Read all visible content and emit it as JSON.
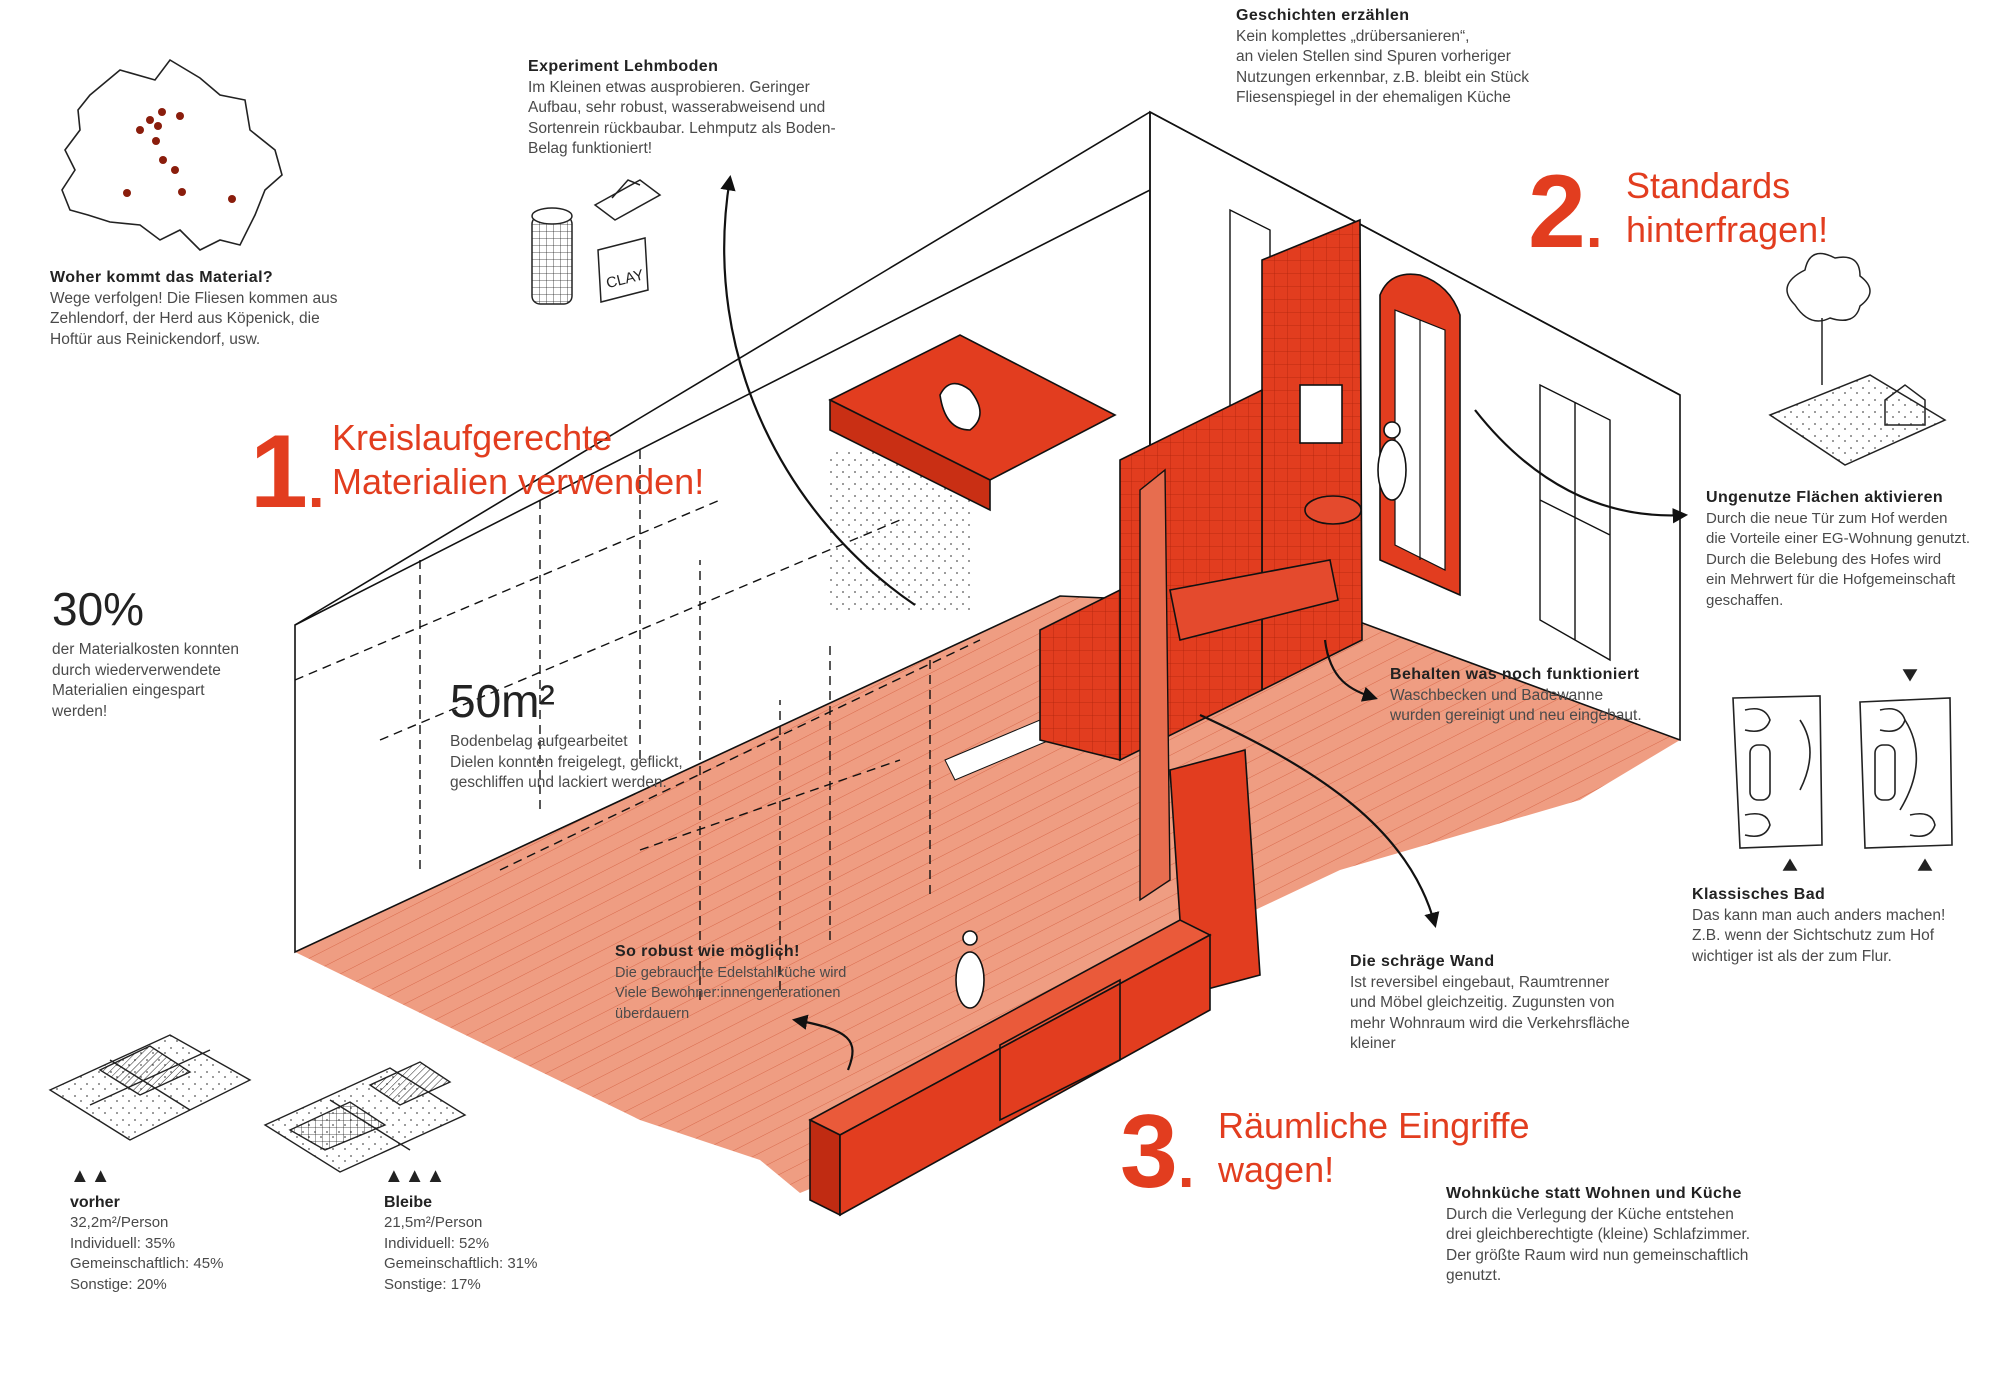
{
  "colors": {
    "accent": "#e23d1f",
    "floor": "#ee9c80",
    "line": "#1a1a1a"
  },
  "headlines": [
    {
      "num": "1",
      "text": "Kreislaufgerechte\nMaterialien verwenden!"
    },
    {
      "num": "2",
      "text": "Standards\nhinterfragen!"
    },
    {
      "num": "3",
      "text": "Räumliche Eingriffe\nwagen!"
    }
  ],
  "notes": {
    "material": {
      "title": "Woher kommt das Material?",
      "body": "Wege verfolgen! Die Fliesen kommen aus\nZehlendorf, der Herd aus Köpenick, die\nHoftür aus Reinickendorf, usw."
    },
    "lehmboden": {
      "title": "Experiment Lehmboden",
      "body": "Im Kleinen etwas ausprobieren. Geringer\nAufbau, sehr robust, wasserabweisend und\nSortenrein rückbaubar. Lehmputz als Boden-\nBelag funktioniert!"
    },
    "geschichten": {
      "title": "Geschichten erzählen",
      "body": "Kein komplettes „drübersanieren“,\nan vielen Stellen sind Spuren vorheriger\nNutzungen erkennbar, z.B. bleibt ein Stück\nFliesenspiegel in der ehemaligen Küche"
    },
    "flaechen": {
      "title": "Ungenutze Flächen aktivieren",
      "body": "Durch die neue Tür zum Hof werden\ndie Vorteile einer EG-Wohnung genutzt.\nDurch die Belebung des Hofes wird\nein Mehrwert für die Hofgemeinschaft\ngeschaffen."
    },
    "behalten": {
      "title": "Behalten was noch funktioniert",
      "body": "Waschbecken und Badewanne\nwurden gereinigt und neu eingebaut."
    },
    "bad": {
      "title": "Klassisches Bad",
      "body": "Das kann man auch anders machen!\nZ.B. wenn der Sichtschutz zum Hof\nwichtiger ist als der zum Flur."
    },
    "wand": {
      "title": "Die schräge Wand",
      "body": "Ist reversibel eingebaut, Raumtrenner\nund Möbel gleichzeitig. Zugunsten von\nmehr Wohnraum wird die Verkehrsfläche\nkleiner"
    },
    "robust": {
      "title": "So robust wie möglich!",
      "body": "Die gebrauchte Edelstahlküche wird\nViele Bewohner:innengenerationen\nüberdauern"
    },
    "wohnkueche": {
      "title": "Wohnküche statt Wohnen und Küche",
      "body": "Durch die Verlegung der Küche entstehen\ndrei gleichberechtigte (kleine) Schlafzimmer.\nDer größte Raum wird nun gemeinschaftlich\ngenutzt."
    }
  },
  "stats": {
    "kosten": {
      "value": "30%",
      "text": "der Materialkosten konnten\ndurch wiederverwendete\nMaterialien eingespart\nwerden!"
    },
    "boden": {
      "value": "50m²",
      "text": "Bodenbelag aufgearbeitet\nDielen konnten freigelegt, geflickt,\ngeschliffen und lackiert werden."
    }
  },
  "comparison": [
    {
      "icons": "▲▲",
      "name": "vorher",
      "lines": [
        "32,2m²/Person",
        "Individuell: 35%",
        "Gemeinschaftlich: 45%",
        "Sonstige: 20%"
      ]
    },
    {
      "icons": "▲▲▲",
      "name": "Bleibe",
      "lines": [
        "21,5m²/Person",
        "Individuell: 52%",
        "Gemeinschaftlich: 31%",
        "Sonstige: 17%"
      ]
    }
  ],
  "sketch_labels": {
    "clay": "CLAY"
  }
}
